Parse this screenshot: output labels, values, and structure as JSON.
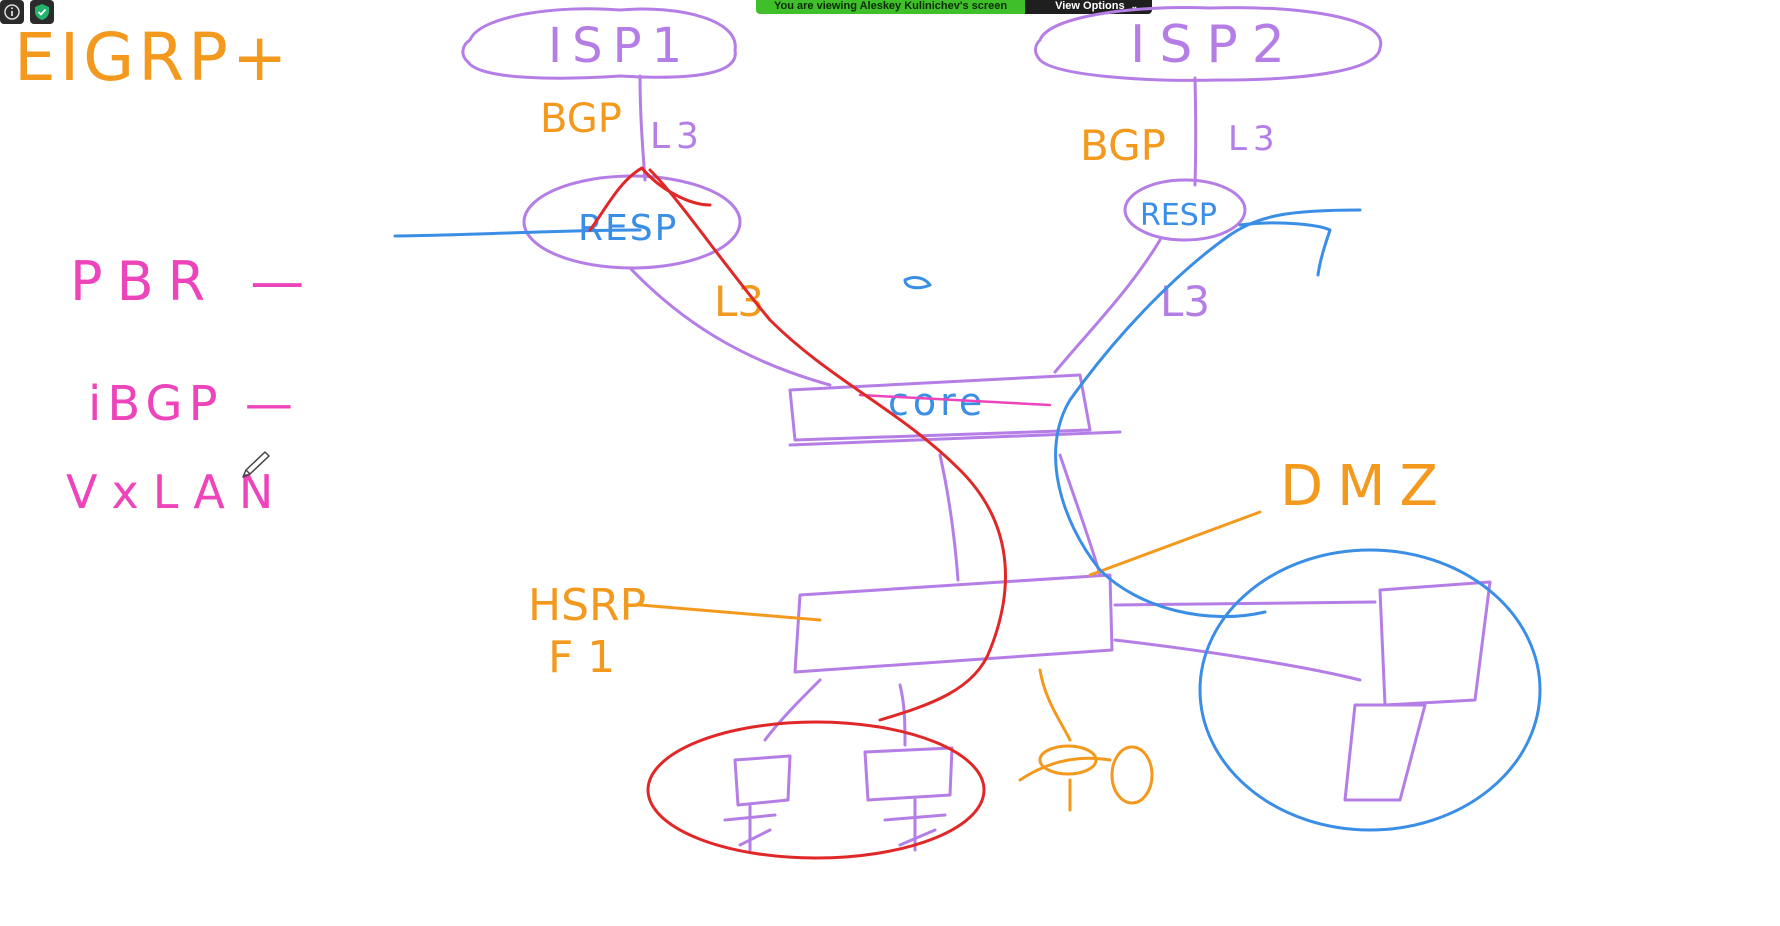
{
  "banner": {
    "text": "You are viewing Aleskey Kulinichev's screen",
    "view_options_label": "View Options"
  },
  "icons": {
    "info": "info-icon",
    "shield": "shield-check-icon",
    "view_options_chevron": "chevron-down-icon",
    "cursor": "pencil-cursor-icon"
  },
  "colors": {
    "banner_green": "#3fbf2a",
    "toolbar_dark": "#1f1f1f",
    "ink_orange": "#f39a1e",
    "ink_pink": "#ee44bb",
    "ink_purple": "#b57ee6",
    "ink_blue": "#3a8ee6",
    "ink_red": "#e02828"
  },
  "whiteboard": {
    "title": "EIGRP+",
    "notes": [
      "PBR —",
      "iBGP —",
      "VxLAN"
    ],
    "isp1": "ISP1",
    "isp2": "ISP2",
    "bgp_left": "BGP",
    "l3_left": "L3",
    "bgp_right": "BGP",
    "l3_right": "L3",
    "resp_left": "RESP",
    "resp_right": "RESP",
    "l3_mid_left": "L3",
    "l3_mid_right": "L3",
    "core": "core",
    "dmz": "DMZ",
    "hsrp": "HSRP",
    "f1": "F1"
  }
}
